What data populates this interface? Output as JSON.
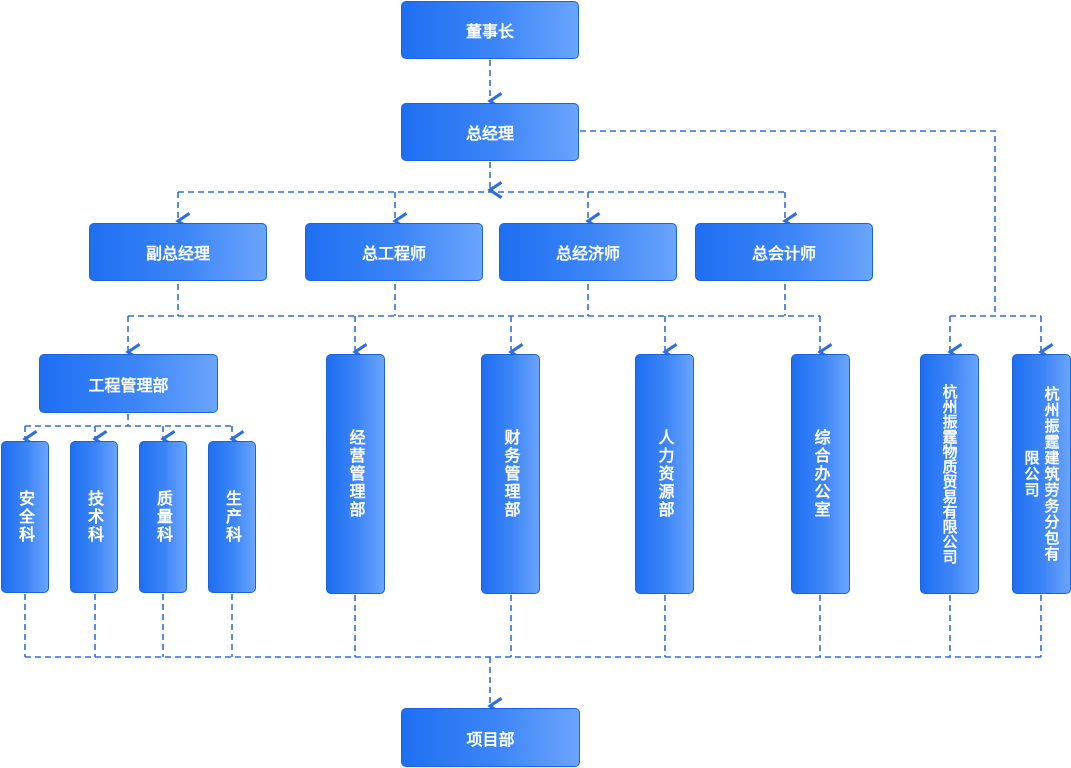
{
  "colors": {
    "node": "#2f7cf6",
    "line": "#2f6ee0"
  },
  "nodes": {
    "chairman": "董事长",
    "general_manager": "总经理",
    "deputy_gm": "副总经理",
    "chief_engineer": "总工程师",
    "chief_economist": "总经济师",
    "chief_accountant": "总会计师",
    "engineering_dept": "工程管理部",
    "operations_dept": "经营管理部",
    "finance_dept": "财务管理部",
    "hr_dept": "人力资源部",
    "general_office": "综合办公室",
    "trade_company": "杭州振霆物质贸易有限公司",
    "labor_company": "杭州振霆建筑劳务分包有限公司",
    "safety_section": "安全科",
    "tech_section": "技术科",
    "quality_section": "质量科",
    "production_section": "生产科",
    "project_dept": "项目部"
  }
}
